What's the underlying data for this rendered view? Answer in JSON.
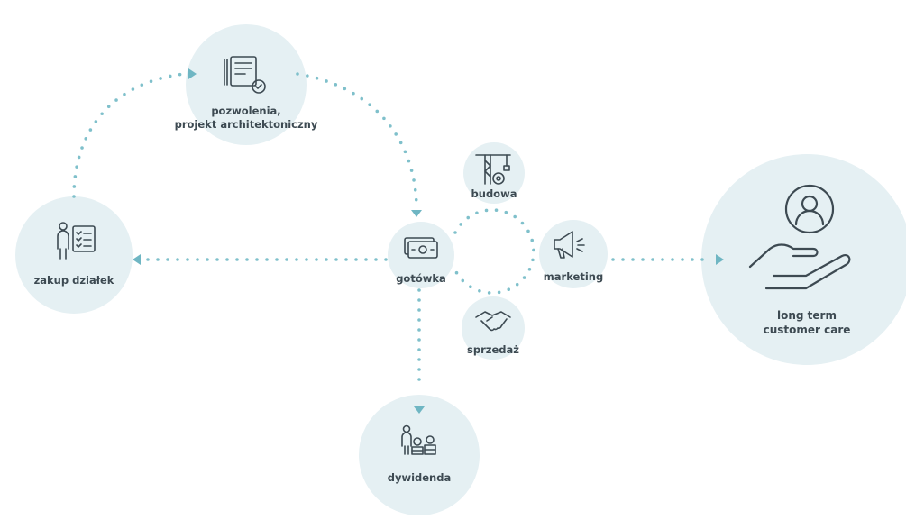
{
  "colors": {
    "circle_fill": "#e5f0f3",
    "dots": "#7fc0cb",
    "arrow": "#6fb6c3",
    "icon_stroke": "#3d4a52",
    "label": "#3d4a52"
  },
  "nodes": {
    "pozwolenia": {
      "line1": "pozwolenia,",
      "line2": "projekt architektoniczny",
      "icon": "document-permit-icon"
    },
    "zakup": {
      "label": "zakup działek",
      "icon": "land-purchase-icon"
    },
    "gotowka": {
      "label": "gotówka",
      "icon": "cash-icon"
    },
    "budowa": {
      "label": "budowa",
      "icon": "construction-crane-icon"
    },
    "marketing": {
      "label": "marketing",
      "icon": "megaphone-icon"
    },
    "sprzedaz": {
      "label": "sprzedaż",
      "icon": "handshake-icon"
    },
    "dywidenda": {
      "label": "dywidenda",
      "icon": "dividend-coins-icon"
    },
    "customer": {
      "line1": "long term",
      "line2": "customer care",
      "icon": "customer-care-hand-icon"
    }
  }
}
